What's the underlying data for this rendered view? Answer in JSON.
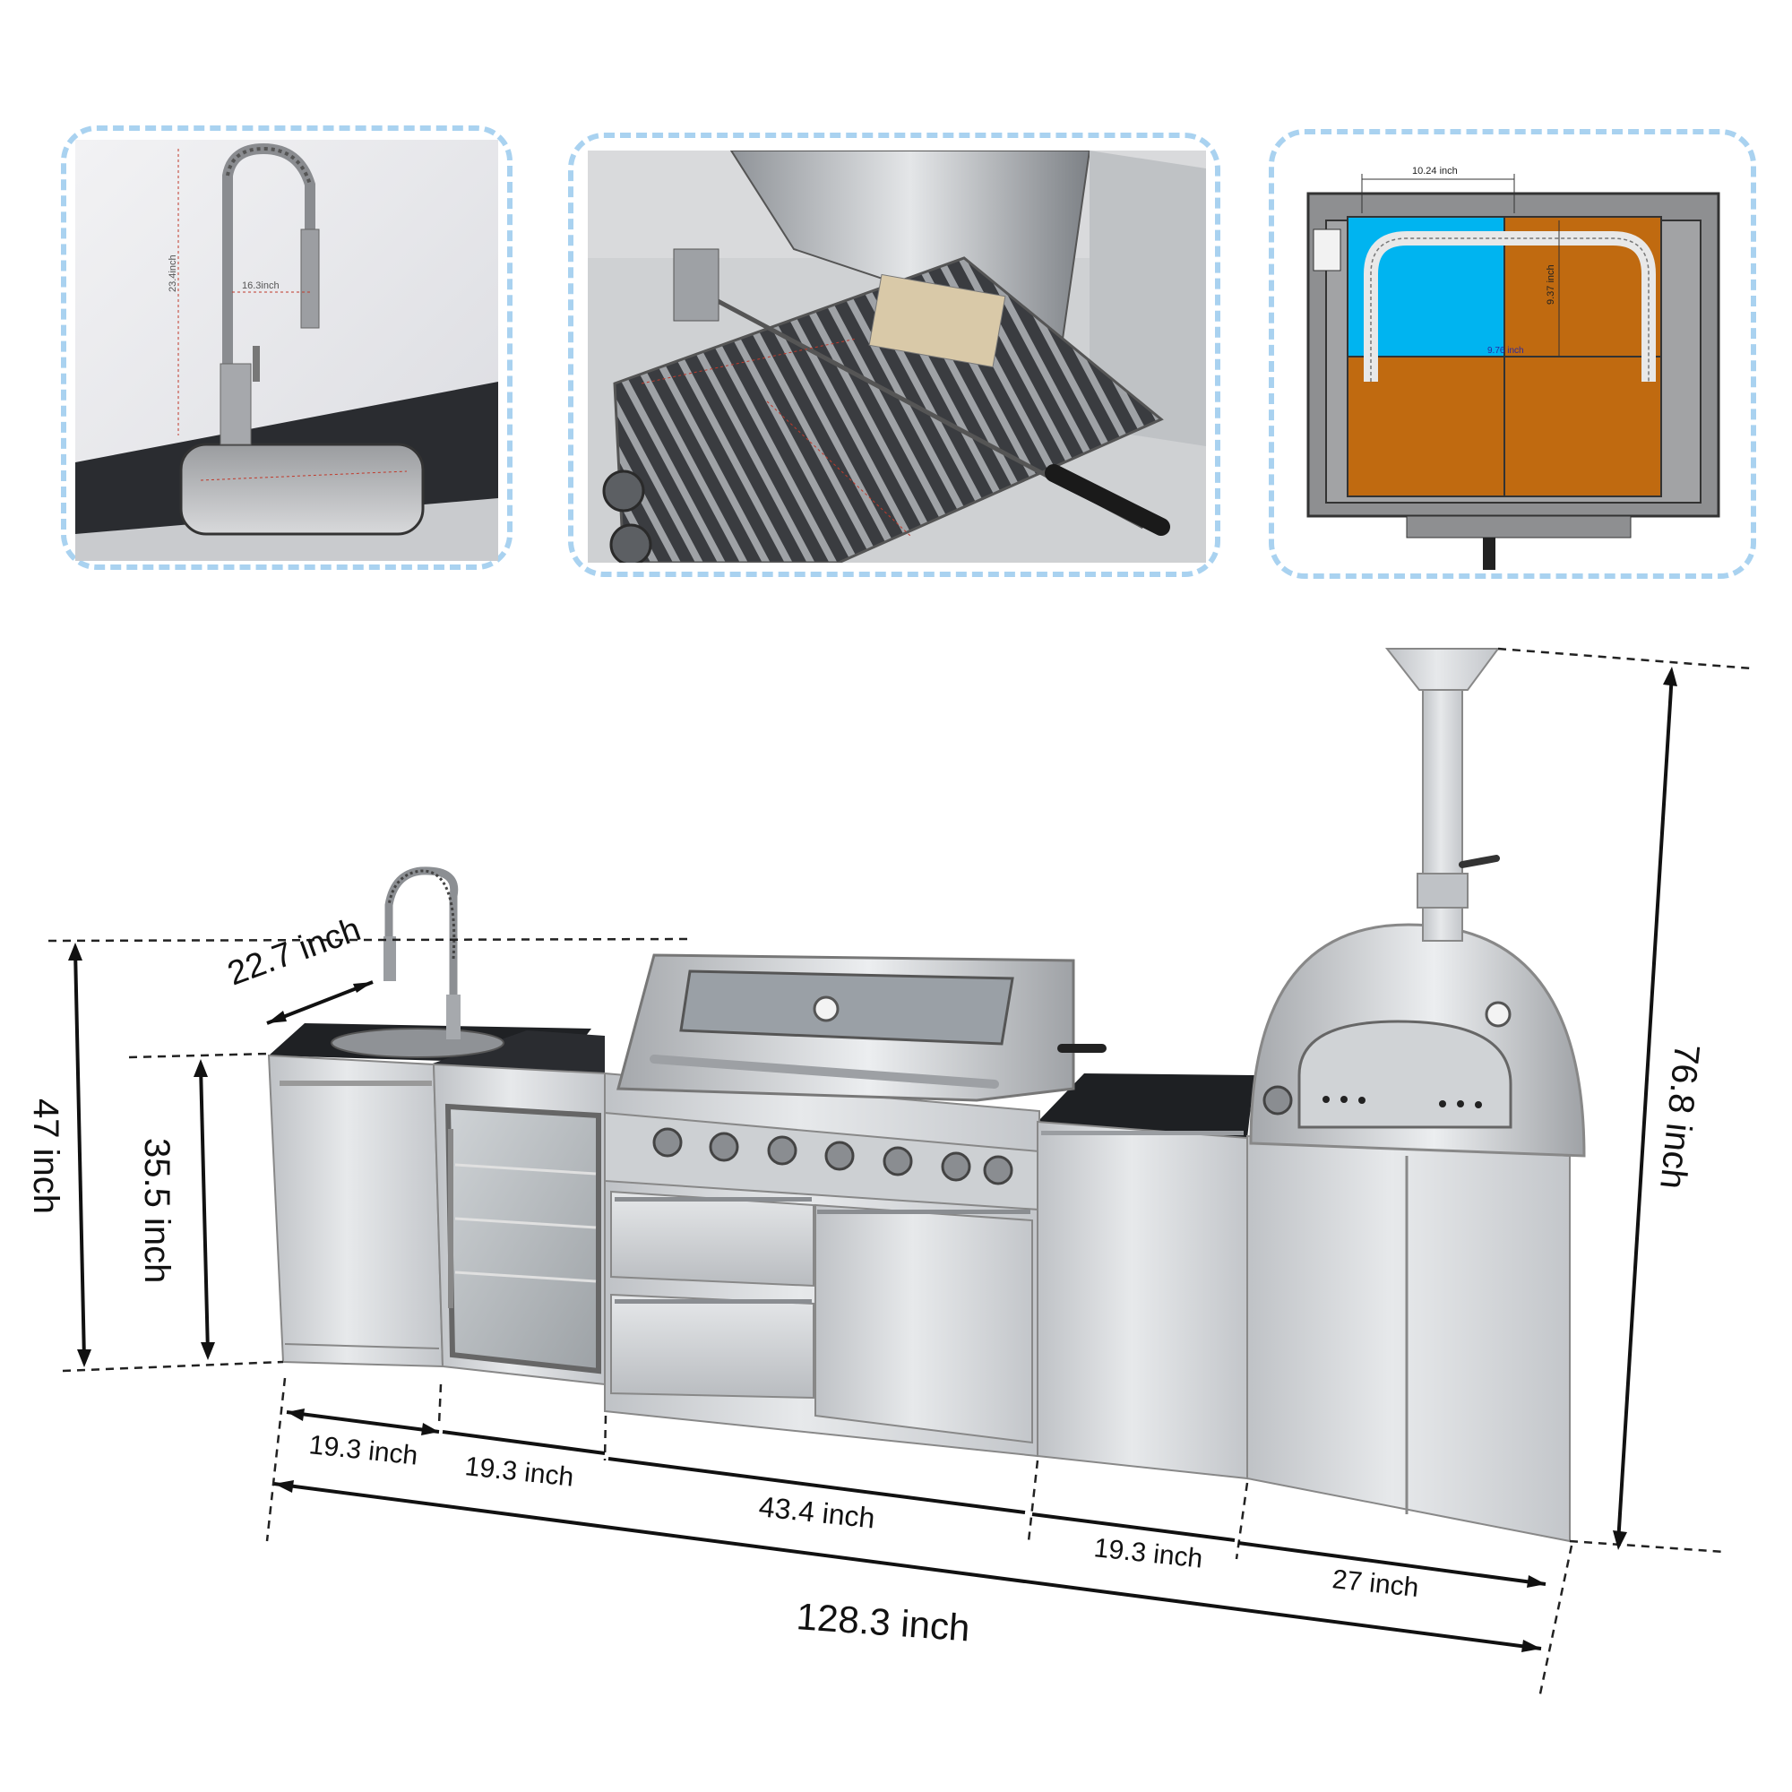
{
  "insets": {
    "faucet": {
      "height_label": "23.4inch",
      "width_label": "16.3inch"
    },
    "grill": {},
    "oven": {
      "top_label": "10.24 inch",
      "height_label": "9.37 inch",
      "width_label": "9.76 inch"
    }
  },
  "dimensions": {
    "sink_depth": "22.7 inch",
    "faucet_height": "47 inch",
    "counter_height": "35.5 inch",
    "total_height": "76.8 inch",
    "seg1": "19.3 inch",
    "seg2": "19.3 inch",
    "seg3": "43.4 inch",
    "seg4": "19.3 inch",
    "seg5": "27 inch",
    "total_width": "128.3 inch"
  },
  "colors": {
    "frame": "#a9d2f0",
    "steel": "#d6d8da",
    "oven_blue": "#00b4f0",
    "oven_orange": "#c06a10"
  }
}
